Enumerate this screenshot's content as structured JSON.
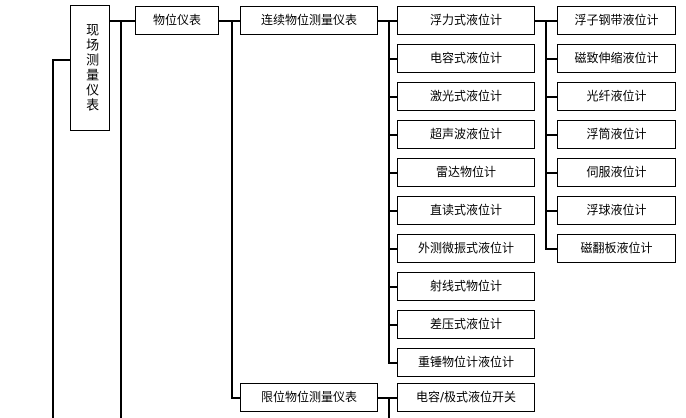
{
  "diagram": {
    "type": "tree",
    "orientation": "left-to-right",
    "title_node": "现场测量仪表",
    "levels": 5,
    "colors": {
      "background": "#ffffff",
      "box_border": "#000000",
      "connector": "#000000",
      "text": "#000000"
    }
  },
  "level1": {
    "root": "现场测量仪表"
  },
  "level2": {
    "items": [
      {
        "label": "物位仪表"
      }
    ]
  },
  "level3": {
    "items": [
      {
        "label": "连续物位测量仪表"
      },
      {
        "label": "限位物位测量仪表"
      }
    ]
  },
  "level4": {
    "continuous_children": [
      {
        "label": "浮力式液位计"
      },
      {
        "label": "电容式液位计"
      },
      {
        "label": "激光式液位计"
      },
      {
        "label": "超声波液位计"
      },
      {
        "label": "雷达物位计"
      },
      {
        "label": "直读式液位计"
      },
      {
        "label": "外测微振式液位计"
      },
      {
        "label": "射线式物位计"
      },
      {
        "label": "差压式液位计"
      },
      {
        "label": "重锤物位计液位计"
      }
    ],
    "limit_children": [
      {
        "label": "电容/极式液位开关"
      }
    ]
  },
  "level5": {
    "buoyancy_children": [
      {
        "label": "浮子钢带液位计"
      },
      {
        "label": "磁致伸缩液位计"
      },
      {
        "label": "光纤液位计"
      },
      {
        "label": "浮筒液位计"
      },
      {
        "label": "伺服液位计"
      },
      {
        "label": "浮球液位计"
      },
      {
        "label": "磁翻板液位计"
      }
    ]
  }
}
